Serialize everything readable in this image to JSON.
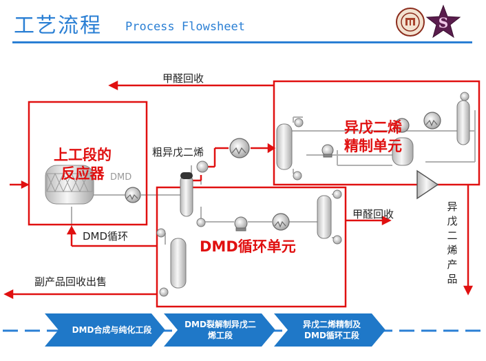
{
  "header": {
    "title": "工艺流程",
    "subtitle": "Process Flowsheet"
  },
  "labels": {
    "formaldehyde_recovery_top": "甲醛回收",
    "reactor_label": "上工段的\n反应器",
    "dmd_small": "DMD",
    "crude_isoprene": "粗异戊二烯",
    "dmd_recycle": "DMD循环",
    "byproduct": "副产品回收出售",
    "formaldehyde_recovery_mid": "甲醛回收",
    "isoprene_unit": "异戊二烯\n精制单元",
    "dmd_unit": "DMD循环单元",
    "isoprene_product": "异戊二烯产品"
  },
  "steps": [
    {
      "label": "DMD合成与纯化工段"
    },
    {
      "label": "DMD裂解制异戊二\n烯工段"
    },
    {
      "label": "异戊二烯精制及\nDMD循环工段"
    }
  ],
  "colors": {
    "accent": "#2a7fd4",
    "highlight": "#e01010",
    "step_fill": "#1f78c8"
  }
}
